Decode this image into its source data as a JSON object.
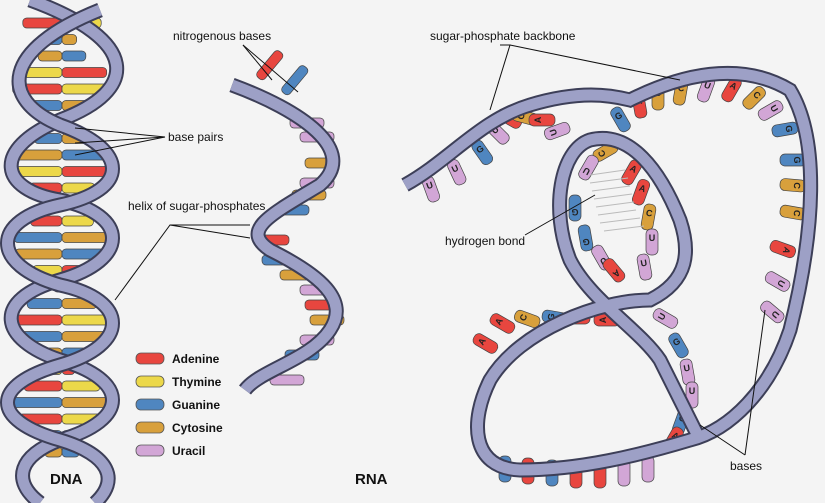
{
  "labels": {
    "nitrogenous_bases": "nitrogenous bases",
    "base_pairs": "base pairs",
    "helix_of_sugar_phosphates": "helix of sugar-phosphates",
    "sugar_phosphate_backbone": "sugar-phosphate backbone",
    "hydrogen_bond": "hydrogen bond",
    "bases": "bases",
    "dna": "DNA",
    "rna": "RNA"
  },
  "legend": [
    {
      "name": "Adenine",
      "color": "#e8463f"
    },
    {
      "name": "Thymine",
      "color": "#ecd84a"
    },
    {
      "name": "Guanine",
      "color": "#4f86c0"
    },
    {
      "name": "Cytosine",
      "color": "#d8a03c"
    },
    {
      "name": "Uracil",
      "color": "#d2a6d6"
    }
  ],
  "colors": {
    "adenine": "#e8463f",
    "thymine": "#ecd84a",
    "guanine": "#4f86c0",
    "cytosine": "#d8a03c",
    "uracil": "#d2a6d6",
    "backbone": "#9da0c6",
    "backbone_edge": "#3d3f58"
  },
  "rna_base_letters": {
    "left_arm": [
      "U",
      "U",
      "G",
      "U",
      "A",
      "C",
      "A"
    ],
    "top_arc": [
      "U",
      "G",
      "A",
      "C",
      "C",
      "U",
      "A",
      "C",
      "U"
    ],
    "right_arc": [
      "G",
      "G",
      "C",
      "C",
      "A",
      "U",
      "U"
    ],
    "hairpin_outer": [
      "C",
      "U",
      "G",
      "G",
      "U",
      "A"
    ],
    "hairpin_inner": [
      "A",
      "A",
      "C",
      "U",
      "U"
    ],
    "bottom_loop": [
      "A",
      "A",
      "C",
      "G",
      "A",
      "A",
      "U",
      "G",
      "U",
      "U",
      "G",
      "A"
    ]
  }
}
